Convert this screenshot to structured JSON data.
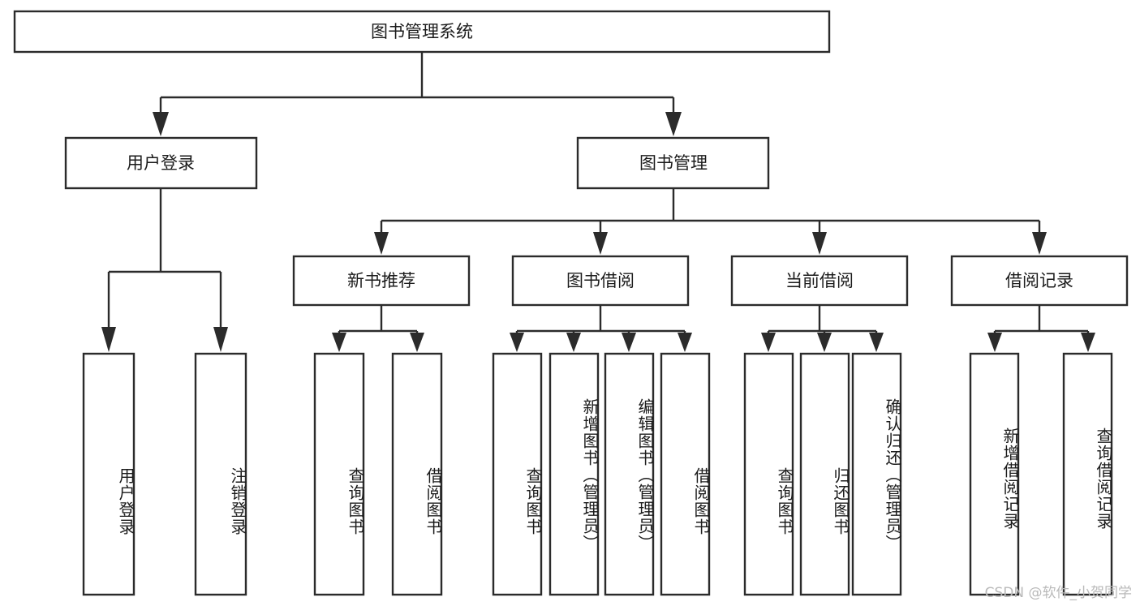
{
  "diagram": {
    "type": "tree",
    "title": "图书管理系统",
    "root": {
      "id": "root",
      "label": "图书管理系统",
      "orientation": "horizontal"
    },
    "level2": [
      {
        "id": "user-login",
        "label": "用户登录",
        "orientation": "horizontal"
      },
      {
        "id": "book-manage",
        "label": "图书管理",
        "orientation": "horizontal"
      }
    ],
    "level3": [
      {
        "id": "new-book-recommend",
        "label": "新书推荐",
        "orientation": "horizontal",
        "parent": "book-manage"
      },
      {
        "id": "book-borrow",
        "label": "图书借阅",
        "orientation": "horizontal",
        "parent": "book-manage"
      },
      {
        "id": "current-borrow",
        "label": "当前借阅",
        "orientation": "horizontal",
        "parent": "book-manage"
      },
      {
        "id": "borrow-record",
        "label": "借阅记录",
        "orientation": "horizontal",
        "parent": "book-manage"
      }
    ],
    "leaves": [
      {
        "id": "leaf-user-login",
        "label": "用户登录",
        "orientation": "vertical",
        "parent": "user-login"
      },
      {
        "id": "leaf-user-logout",
        "label": "注销登录",
        "orientation": "vertical",
        "parent": "user-login"
      },
      {
        "id": "leaf-query-book-1",
        "label": "查询图书",
        "orientation": "vertical",
        "parent": "new-book-recommend"
      },
      {
        "id": "leaf-borrow-book-1",
        "label": "借阅图书",
        "orientation": "vertical",
        "parent": "new-book-recommend"
      },
      {
        "id": "leaf-query-book-2",
        "label": "查询图书",
        "orientation": "vertical",
        "parent": "book-borrow"
      },
      {
        "id": "leaf-add-book",
        "label": "新增图书（管理员）",
        "orientation": "vertical",
        "parent": "book-borrow"
      },
      {
        "id": "leaf-edit-book",
        "label": "编辑图书（管理员）",
        "orientation": "vertical",
        "parent": "book-borrow"
      },
      {
        "id": "leaf-borrow-book-2",
        "label": "借阅图书",
        "orientation": "vertical",
        "parent": "book-borrow"
      },
      {
        "id": "leaf-query-book-3",
        "label": "查询图书",
        "orientation": "vertical",
        "parent": "current-borrow"
      },
      {
        "id": "leaf-return-book",
        "label": "归还图书",
        "orientation": "vertical",
        "parent": "current-borrow"
      },
      {
        "id": "leaf-confirm-return",
        "label": "确认归还（管理员）",
        "orientation": "vertical",
        "parent": "current-borrow"
      },
      {
        "id": "leaf-add-record",
        "label": "新增借阅记录",
        "orientation": "vertical",
        "parent": "borrow-record"
      },
      {
        "id": "leaf-query-record",
        "label": "查询借阅记录",
        "orientation": "vertical",
        "parent": "borrow-record"
      }
    ],
    "colors": {
      "box_stroke": "#2b2b2b",
      "box_fill": "#ffffff",
      "text": "#1b1b1b",
      "connector": "#2b2b2b",
      "watermark": "#b9b9b9",
      "background": "#ffffff"
    }
  },
  "watermark": {
    "text": "CSDN @软件_小贺同学"
  }
}
